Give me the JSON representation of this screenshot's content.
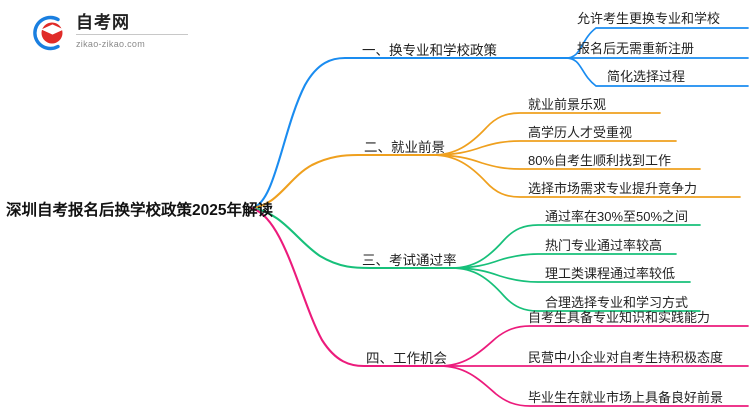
{
  "logo": {
    "title": "自考网",
    "subtitle": "zikao-zikao.com",
    "mark_icon": "graduation-cap-in-circle-icon",
    "arc_color": "#1a7fe0",
    "cap_color": "#e02b28"
  },
  "mindmap": {
    "root": {
      "label": "深圳自考报名后换学校政策2025年解读"
    },
    "branches": [
      {
        "label": "一、换专业和学校政策",
        "color": "#1a8cf0",
        "children": [
          {
            "label": "允许考生更换专业和学校"
          },
          {
            "label": "报名后无需重新注册"
          },
          {
            "label": "简化选择过程"
          }
        ]
      },
      {
        "label": "二、就业前景",
        "color": "#efa01e",
        "children": [
          {
            "label": "就业前景乐观"
          },
          {
            "label": "高学历人才受重视"
          },
          {
            "label": "80%自考生顺利找到工作"
          },
          {
            "label": "选择市场需求专业提升竞争力"
          }
        ]
      },
      {
        "label": "三、考试通过率",
        "color": "#17c07a",
        "children": [
          {
            "label": "通过率在30%至50%之间"
          },
          {
            "label": "热门专业通过率较高"
          },
          {
            "label": "理工类课程通过率较低"
          },
          {
            "label": "合理选择专业和学习方式"
          }
        ]
      },
      {
        "label": "四、工作机会",
        "color": "#ec1b7c",
        "children": [
          {
            "label": "自考生具备专业知识和实践能力"
          },
          {
            "label": "民营中小企业对自考生持积极态度"
          },
          {
            "label": "毕业生在就业市场上具备良好前景"
          }
        ]
      }
    ]
  }
}
